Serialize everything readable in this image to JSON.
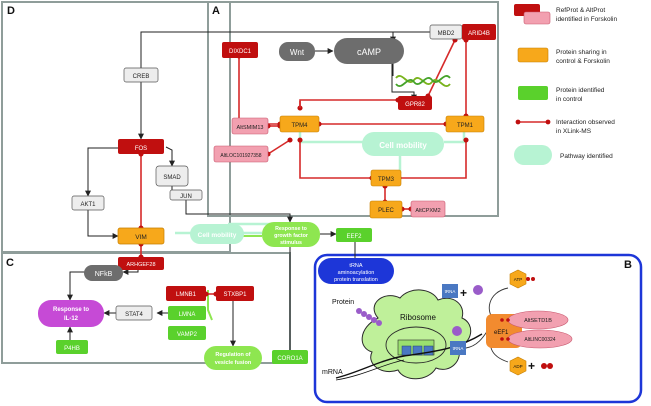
{
  "panels": {
    "a": "A",
    "b": "B",
    "c": "C",
    "d": "D"
  },
  "nodes": {
    "mbd2": "MBD2",
    "arid4b": "ARID4B",
    "dixdc1": "DIXDC1",
    "wnt": "Wnt",
    "camp": "cAMP",
    "gpr82": "GPR82",
    "altsmim13": "AltSMIM13",
    "tpm4": "TPM4",
    "tpm1": "TPM1",
    "altloc": "AltLOC101927358",
    "cell_mobility_a": "Cell mobility",
    "tpm3": "TPM3",
    "plec": "PLEC",
    "altcpxm2": "AltCPXM2",
    "creb": "CREB",
    "fos": "FOS",
    "smad": "SMAD",
    "jun": "JUN",
    "akt1": "AKT1",
    "vim": "VIM",
    "cell_mobility_d": "Cell mobility",
    "response_growth": [
      "Response to",
      "growth factor",
      "stimulus"
    ],
    "eef2": "EEF2",
    "arhgef28": "ARHGEF28",
    "nfkb": "NFkB",
    "lmnb1": "LMNB1",
    "stxbp1": "STXBP1",
    "response_il12": [
      "Response to",
      "IL-12"
    ],
    "stat4": "STAT4",
    "lmna": "LMNA",
    "vamp2": "VAMP2",
    "p4hb": "P4HB",
    "regulation_vesicle": [
      "Regulation of",
      "vesicle fusion"
    ],
    "coro1a": "CORO1A",
    "trna_pathway": [
      "tRNA",
      "aminoacylation",
      "protein translation"
    ],
    "protein": "Protein",
    "ribosome": "Ribosome",
    "mrna": "mRNA",
    "trna_a": "tRNA",
    "trna_b": "tRNA",
    "eef1": "eEF1",
    "atp": "ATP",
    "adp": "ADP",
    "altsetd1b": "AltSETD1B",
    "altlinc00324": "AltLINC00324",
    "plus_a": "+",
    "plus_b": "+"
  },
  "legend": {
    "refprot": [
      "RefProt & AltProt",
      "identified in Forskolin"
    ],
    "sharing": [
      "Protein sharing in",
      "control & Forskolin"
    ],
    "control": [
      "Protein identified",
      "in control"
    ],
    "xlink": [
      "Interaction observed",
      "in XLink-MS"
    ],
    "pathway": "Pathway identified"
  },
  "colors": {
    "forskolin_red": "#c00f0f",
    "forskolin_pink": "#f2a0b0",
    "shared_orange": "#f7a81b",
    "control_green": "#5ad12c",
    "pathway_mint": "#b7f3d3",
    "pathway_green": "#8ee650",
    "il12_purple": "#c64ad6",
    "gray_node": "#6d6d6d",
    "light_node": "#ededed",
    "panel_border": "#8f9d9a",
    "panel_b_border": "#1d36d8",
    "trna_blue": "#4a78c2",
    "ribosome_green": "#bff09a"
  }
}
